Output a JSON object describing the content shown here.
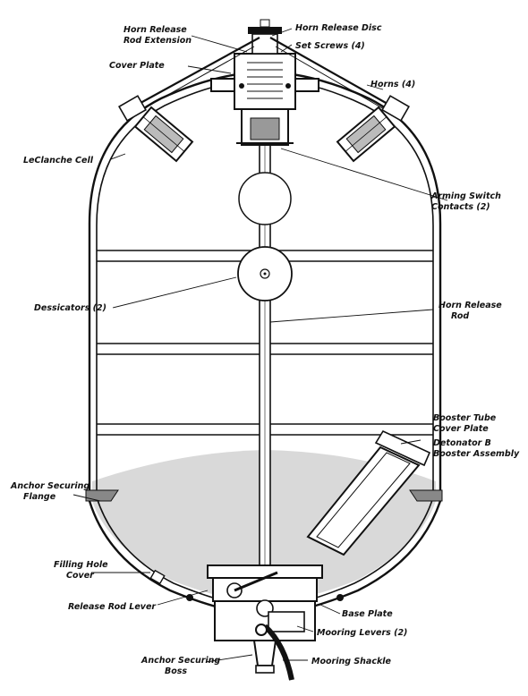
{
  "labels": {
    "horn_release_rod_extension": [
      "Horn Release",
      "Rod Extension"
    ],
    "horn_release_disc": "Horn Release Disc",
    "set_screws": "Set Screws (4)",
    "cover_plate": "Cover Plate",
    "horns": "Horns (4)",
    "leclanche_cell": "LeClanche Cell",
    "arming_switch_contacts": [
      "Arming Switch",
      "Contacts (2)"
    ],
    "dessicators": "Dessicators (2)",
    "horn_release_rod": [
      "Horn Release",
      "Rod"
    ],
    "booster_tube_cover_plate": [
      "Booster Tube",
      "Cover Plate"
    ],
    "detonator_booster_assembly": [
      "Detonator B",
      "Booster Assembly"
    ],
    "anchor_securing_flange": [
      "Anchor Securing",
      "Flange"
    ],
    "filling_hole_cover": [
      "Filling Hole",
      "Cover"
    ],
    "release_rod_lever": "Release Rod Lever",
    "base_plate": "Base Plate",
    "mooring_levers": "Mooring Levers (2)",
    "anchor_securing_boss": [
      "Anchor Securing",
      "Boss"
    ],
    "mooring_shackle": "Mooring Shackle"
  },
  "colors": {
    "ink": "#111111",
    "explosive_fill": "#d9d9d9",
    "paper": "#ffffff"
  }
}
